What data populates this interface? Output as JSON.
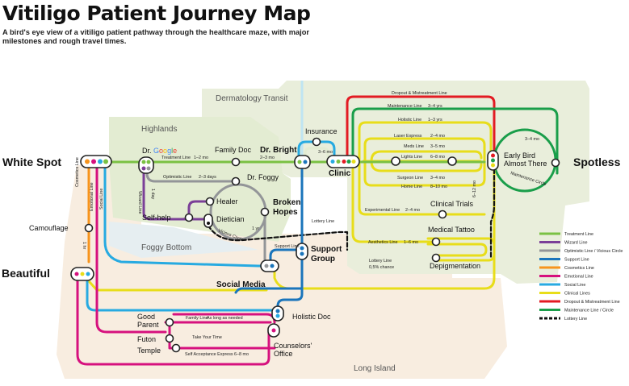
{
  "title": "Vitiligo Patient Journey Map",
  "subtitle": "A bird's eye view of a vitiligo patient pathway through the healthcare maze, with major milestones and rough travel times.",
  "regions": {
    "dermatology_transit": "Dermatology Transit",
    "highlands": "Highlands",
    "foggy_bottom": "Foggy Bottom",
    "long_island": "Long Island"
  },
  "colors": {
    "treatment": "#7ac143",
    "wizard": "#7b3f98",
    "optimistic": "#939598",
    "support": "#1b75bb",
    "cosmetics": "#f7941d",
    "emotional": "#d6117e",
    "social": "#27aae1",
    "clinical": "#e8dd1a",
    "dropout": "#e31b23",
    "maintenance": "#1a9e4a",
    "lottery": "#111111"
  },
  "terminals": {
    "white_spot": "White Spot",
    "spotless": "Spotless",
    "beautiful": "Beautiful"
  },
  "stations": {
    "dr_google_prefix": "Dr. ",
    "google_g": "G",
    "google_o1": "o",
    "google_o2": "o",
    "google_g2": "g",
    "google_l": "l",
    "google_e": "e",
    "family_doc": "Family Doc",
    "dr_bright": "Dr. Bright",
    "insurance": "Insurance",
    "clinic": "Clinic",
    "early_bird_1": "Early Bird",
    "early_bird_2": "Almost There",
    "dr_foggy": "Dr. Foggy",
    "healer": "Healer",
    "dietician": "Dietician",
    "broken_1": "Broken",
    "broken_2": "Hopes",
    "self_help": "Self-help",
    "camouflage": "Camouflage",
    "support_1": "Support",
    "support_2": "Group",
    "social_media": "Social Media",
    "clinical_trials": "Clinical Trials",
    "medical_tattoo": "Medical Tattoo",
    "depigmentation": "Depigmentation",
    "good_parent_1": "Good",
    "good_parent_2": "Parent",
    "futon": "Futon",
    "temple": "Temple",
    "holistic_doc": "Holistic Doc",
    "counselors_1": "Counselors'",
    "counselors_2": "Office"
  },
  "segments": {
    "treatment_line": "Treatment Line",
    "treatment_time": "1–2 mo",
    "treatment_time2": "2–3 mo",
    "optimistic_line": "Optimistic Line",
    "optimistic_time": "2–3 days",
    "wizard_line": "Wizard Line",
    "wizard_time": "1 day",
    "vicious_circle": "Vicious Circle",
    "vicious_time": "1 yr",
    "insurance_time": "3–6 mo",
    "dropout_line": "Dropout & Mistreatment Line",
    "maintenance_line": "Maintenance Line",
    "maintenance_time": "3–4 yrs",
    "holistic_line": "Holistic Line",
    "holistic_time": "1–3 yrs",
    "laser_express": "Laser Express",
    "laser_time": "2–4 mo",
    "meds_line": "Meds Line",
    "meds_time": "3–5 mo",
    "lights_line": "Lights Line",
    "lights_time": "6–8 mo",
    "surgeon_line": "Surgeon Line",
    "surgeon_time": "3–4 mo",
    "home_line": "Home Line",
    "home_time": "8–10 mo",
    "experimental_line": "Experimental Line",
    "experimental_time": "2–4 mo",
    "aesthetics_line": "Aesthetics Line",
    "aesthetics_time": "1–6 mo",
    "lottery_line": "Lottery Line",
    "lottery_chance": "0,5% chance",
    "lottery_label": "Lottery Line",
    "support_line": "Support Line",
    "cosmetics_line": "Cosmetics Line",
    "emotional_line": "Emotional Line",
    "social_line": "Social Line",
    "cosmetics_time": "1 hr",
    "maintenance_circle": "Maintenance Circle",
    "maint_circle_time": "3–4 mo",
    "clinic_vertical_time": "6–12 mo",
    "family_line": "Family Line",
    "family_time": "As long as needed",
    "take_your_time": "Take Your Time",
    "self_acceptance": "Self Acceptance Express",
    "self_acceptance_time": "6–8 mo"
  },
  "legend": [
    {
      "label": "Treatment Line",
      "color": "#7ac143",
      "dashed": false
    },
    {
      "label": "Wizard Line",
      "color": "#7b3f98",
      "dashed": false
    },
    {
      "label": "Optimistic Line / Vicious Circle",
      "color": "#939598",
      "dashed": false
    },
    {
      "label": "Support Line",
      "color": "#1b75bb",
      "dashed": false
    },
    {
      "label": "Cosmetics Line",
      "color": "#f7941d",
      "dashed": false
    },
    {
      "label": "Emotional Line",
      "color": "#d6117e",
      "dashed": false
    },
    {
      "label": "Social Line",
      "color": "#27aae1",
      "dashed": false
    },
    {
      "label": "Clinical Lines",
      "color": "#e8dd1a",
      "dashed": false
    },
    {
      "label": "Dropout & Mistreatment Line",
      "color": "#e31b23",
      "dashed": false
    },
    {
      "label": "Maintenance Line / Circle",
      "color": "#1a9e4a",
      "dashed": false
    },
    {
      "label": "Lottery Line",
      "color": "#111111",
      "dashed": true
    }
  ]
}
